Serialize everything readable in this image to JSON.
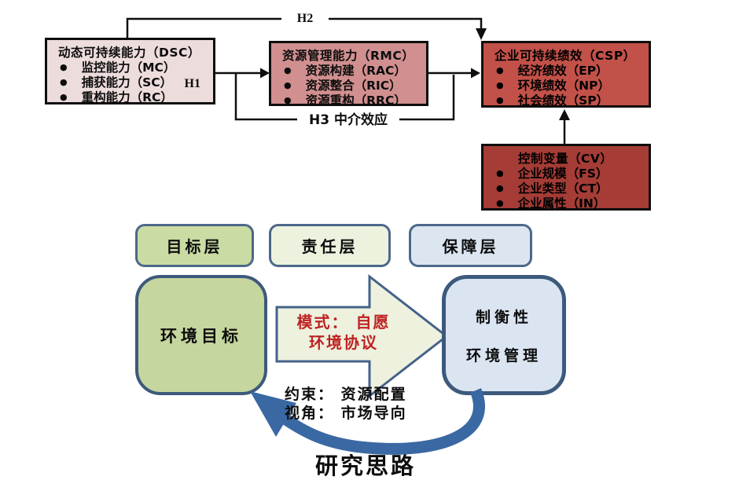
{
  "figure_title": "研究思路",
  "model": {
    "hypotheses": {
      "h1": "H1",
      "h2": "H2",
      "h3": "H3 中介效应"
    },
    "dsc": {
      "title": "动态可持续能力（DSC）",
      "items": [
        "监控能力（MC）",
        "捕获能力（SC）",
        "重构能力（RC）"
      ]
    },
    "rmc": {
      "title": "资源管理能力（RMC）",
      "items": [
        "资源构建（RAC）",
        "资源整合（RIC）",
        "资源重构（RRC）"
      ]
    },
    "csp": {
      "title": "企业可持续绩效（CSP）",
      "items": [
        "经济绩效（EP）",
        "环境绩效（NP）",
        "社会绩效（SP）"
      ]
    },
    "cv": {
      "title": "控制变量（CV）",
      "items": [
        "企业规模（FS）",
        "企业类型（CT）",
        "企业属性（IN）"
      ]
    }
  },
  "framework": {
    "layers": [
      {
        "label": "目标层"
      },
      {
        "label": "责任层"
      },
      {
        "label": "保障层"
      }
    ],
    "goal_box": "环境目标",
    "balance_box_line1": "制衡性",
    "balance_box_line2": "环境管理",
    "arrow_text_line1": "模式：  自愿",
    "arrow_text_line2": "环境协议",
    "note_line1": "约束：  资源配置",
    "note_line2": "视角：  市场导向"
  },
  "colors": {
    "dsc_fill": "#EDDCDC",
    "rmc_fill": "#D18F8F",
    "csp_fill": "#C25149",
    "cv_fill": "#A53C36",
    "goal_layer_fill": "#CBDBA4",
    "duty_layer_fill": "#EDF2DF",
    "guard_layer_fill": "#DCE6F1",
    "goal_box_fill": "#C5D69E",
    "balance_box_fill": "#DBE5F1",
    "block_arrow_fill": "#EDF1DE",
    "blue_border": "#3d5a7c",
    "swoosh_blue": "#3A68A3",
    "red_text": "#BE2222",
    "line_black": "#0e0e0e"
  }
}
